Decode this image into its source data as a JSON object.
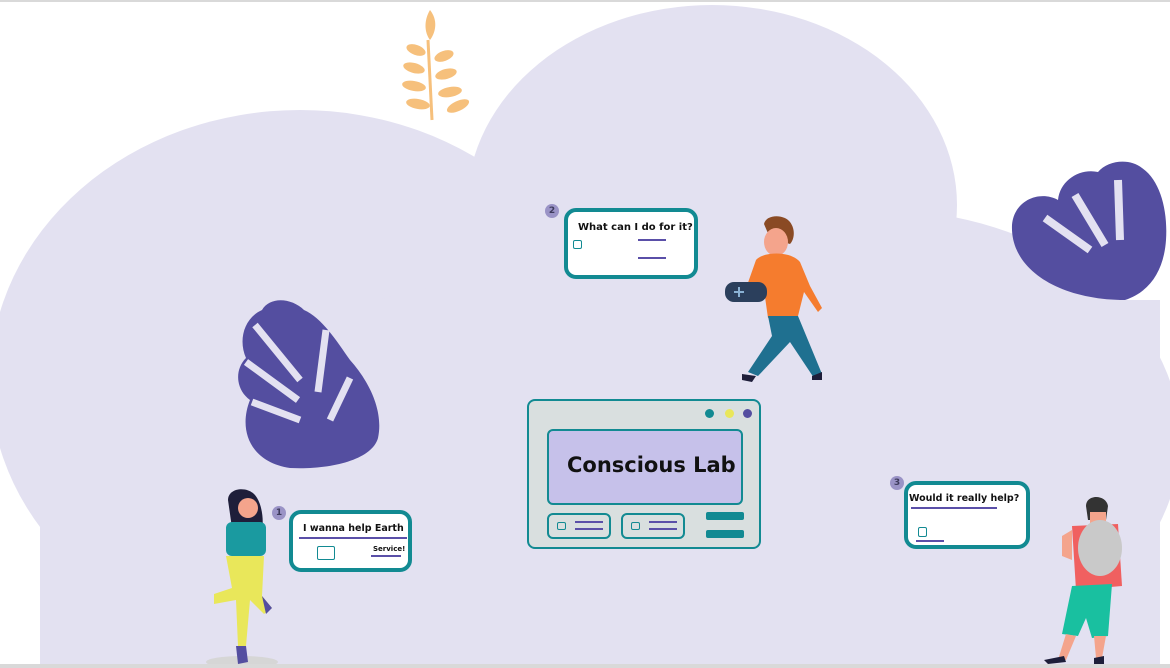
{
  "scene": {
    "app_window": {
      "title": "Conscious Lab"
    },
    "steps": [
      {
        "number": "1",
        "text": "I wanna help Earth",
        "note": "Service!"
      },
      {
        "number": "2",
        "text": "What can I do for it?"
      },
      {
        "number": "3",
        "text": "Would it really help?"
      }
    ]
  },
  "colors": {
    "blob": "#e3e1f1",
    "leaf": "#544ea0",
    "teal": "#128a92",
    "orange_plant": "#f6c07c",
    "app_bg": "#d9dfdf",
    "title_box": "#c6c1ea"
  },
  "icons": [
    "monstera-leaf-icon",
    "fern-plant-icon",
    "image-icon",
    "window-dot-icon"
  ]
}
